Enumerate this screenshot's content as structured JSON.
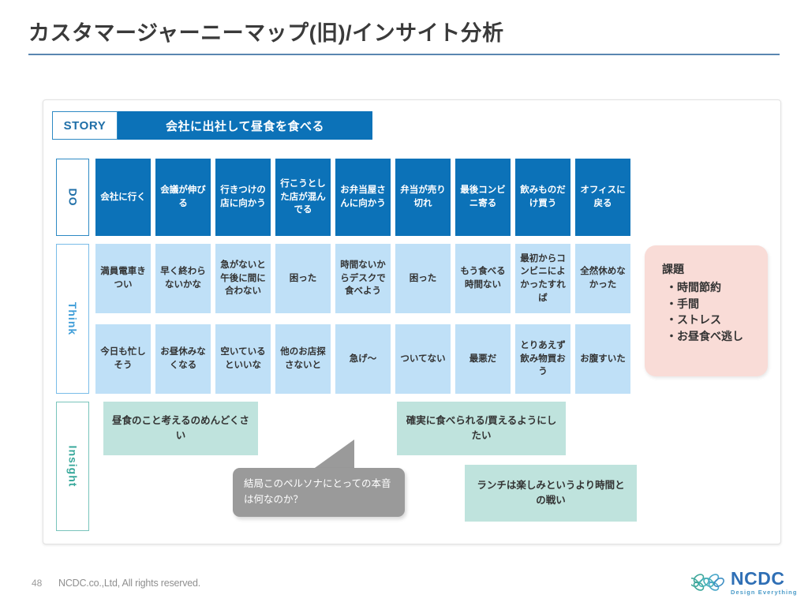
{
  "slide": {
    "title": "カスタマージャーニーマップ(旧)/インサイト分析",
    "page_number": "48",
    "copyright": "NCDC.co.,Ltd, All rights reserved."
  },
  "story": {
    "tag": "STORY",
    "headline": "会社に出社して昼食を食べる"
  },
  "rows": {
    "do_label": "DO",
    "think_label": "Think",
    "insight_label": "Insight"
  },
  "do_cells": [
    "会社に行く",
    "会議が伸びる",
    "行きつけの店に向かう",
    "行こうとした店が混んでる",
    "お弁当屋さんに向かう",
    "弁当が売り切れ",
    "最後コンビニ寄る",
    "飲みものだけ買う",
    "オフィスに戻る"
  ],
  "think_cells_row1": [
    "満員電車きつい",
    "早く終わらないかな",
    "急がないと午後に間に合わない",
    "困った",
    "時間ないからデスクで食べよう",
    "困った",
    "もう食べる時間ない",
    "最初からコンビニによかったすれば",
    "全然休めなかった"
  ],
  "think_cells_row2": [
    "今日も忙しそう",
    "お昼休みなくなる",
    "空いているといいな",
    "他のお店探さないと",
    "急げ〜",
    "ついてない",
    "最悪だ",
    "とりあえず飲み物買おう",
    "お腹すいた"
  ],
  "insights": [
    "昼食のこと考えるのめんどくさい",
    "確実に食べられる/買えるようにしたい",
    "ランチは楽しみというより時間との戦い"
  ],
  "bubble": {
    "text": "結局このペルソナにとっての本音は何なのか？"
  },
  "issue_card": {
    "title": "課題",
    "items": [
      "・時間節約",
      "・手間",
      "・ストレス",
      "・お昼食べ逃し"
    ]
  },
  "logo": {
    "word": "NCDC",
    "tagline": "Design Everything"
  },
  "colors": {
    "primary_blue": "#0c72b8",
    "light_blue": "#bfe0f7",
    "teal": "#bfe3dd",
    "pink": "#f9dcd7",
    "gray_bubble": "#9a9a9a",
    "rule": "#5a86b0"
  }
}
